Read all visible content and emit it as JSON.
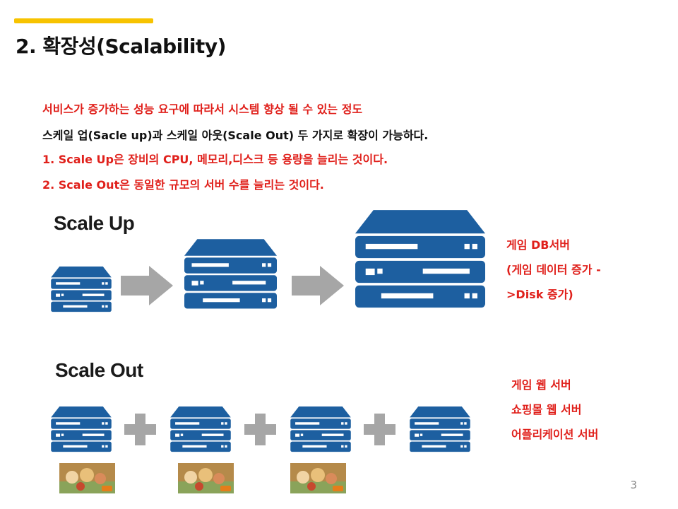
{
  "slide": {
    "title": "2. 확장성(Scalability)",
    "lines": [
      "서비스가 증가하는 성능 요구에 따라서 시스템 향상 될 수 있는 정도",
      "스케일 업(Sacle up)과 스케일 아웃(Scale Out) 두 가지로 확장이 가능하다.",
      "1. Scale Up은 장비의 CPU, 메모리,디스크 등 용량을 늘리는 것이다.",
      "2. Scale Out은 동일한 규모의 서버 수를 늘리는 것이다."
    ],
    "page_number": "3"
  },
  "scale_up": {
    "label": "Scale Up",
    "note": [
      "게임 DB서버",
      "(게임 데이터 증가 -",
      ">Disk 증가)"
    ]
  },
  "scale_out": {
    "label": "Scale Out",
    "note": [
      "게임 웹 서버",
      "쇼핑몰 웹 서버",
      "어플리케이션 서버"
    ]
  },
  "colors": {
    "accent": "#f7c300",
    "server_blue": "#1d5fa0",
    "highlight_red": "#e0201b",
    "arrow_gray": "#a6a6a6"
  },
  "icons": [
    "server-icon",
    "arrow-right-icon",
    "plus-icon",
    "game-thumbnail"
  ]
}
